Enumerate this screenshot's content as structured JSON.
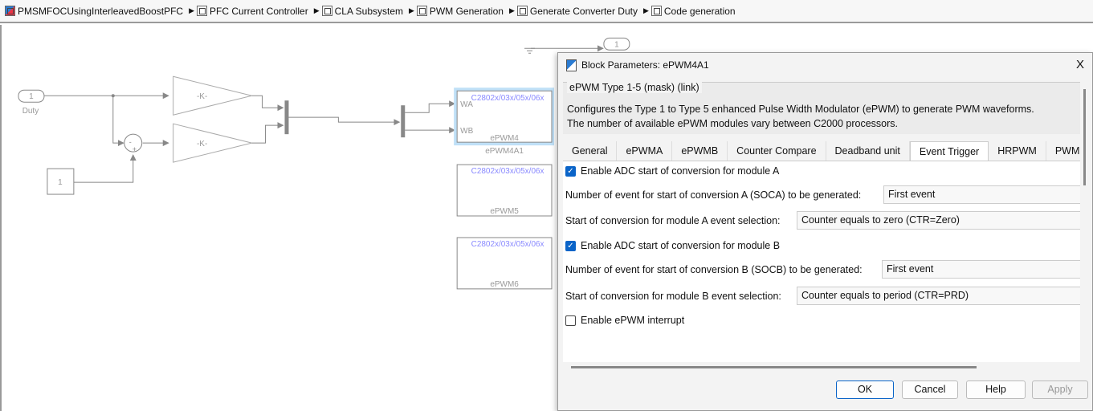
{
  "breadcrumb": [
    "PMSMFOCUsingInterleavedBoostPFC",
    "PFC Current Controller",
    "CLA Subsystem",
    "PWM Generation",
    "Generate Converter Duty",
    "Code generation"
  ],
  "diagram": {
    "inport_num": "1",
    "inport_label": "Duty",
    "gain": "-K-",
    "const": "1",
    "sum_signs": [
      "-",
      "+"
    ],
    "outport_num": "1",
    "blocks": [
      {
        "header": "C2802x/03x/05x/06x",
        "name": "ePWM4",
        "label": "ePWM4A1",
        "ports": [
          "WA",
          "WB"
        ]
      },
      {
        "header": "C2802x/03x/05x/06x",
        "name": "ePWM5"
      },
      {
        "header": "C2802x/03x/05x/06x",
        "name": "ePWM6"
      }
    ]
  },
  "dialog": {
    "title": "Block Parameters: ePWM4A1",
    "close": "X",
    "group": "ePWM Type 1-5 (mask) (link)",
    "desc1": "Configures the Type 1 to Type 5 enhanced Pulse Width Modulator (ePWM) to generate PWM waveforms.",
    "desc2": "The number of available ePWM modules vary between C2000 processors.",
    "tabs": [
      "General",
      "ePWMA",
      "ePWMB",
      "Counter Compare",
      "Deadband unit",
      "Event Trigger",
      "HRPWM",
      "PWM"
    ],
    "active_tab": "Event Trigger",
    "fields": {
      "adc_a": "Enable ADC start of conversion for module A",
      "soca_label": "Number of event for start of conversion A (SOCA) to be generated:",
      "soca_value": "First event",
      "soca_sel_label": "Start of conversion for module A event selection:",
      "soca_sel_value": "Counter equals to zero (CTR=Zero)",
      "adc_b": "Enable ADC start of conversion for module B",
      "socb_label": "Number of event for start of conversion B (SOCB) to be generated:",
      "socb_value": "First event",
      "socb_sel_label": "Start of conversion for module B event selection:",
      "socb_sel_value": "Counter equals to period (CTR=PRD)",
      "int": "Enable ePWM interrupt"
    },
    "checked": {
      "adc_a": true,
      "adc_b": true,
      "int": false
    },
    "buttons": {
      "ok": "OK",
      "cancel": "Cancel",
      "help": "Help",
      "apply": "Apply"
    }
  },
  "colors": {
    "accent": "#0a64c8",
    "block_header": "#8a8aff",
    "line": "#888888"
  }
}
